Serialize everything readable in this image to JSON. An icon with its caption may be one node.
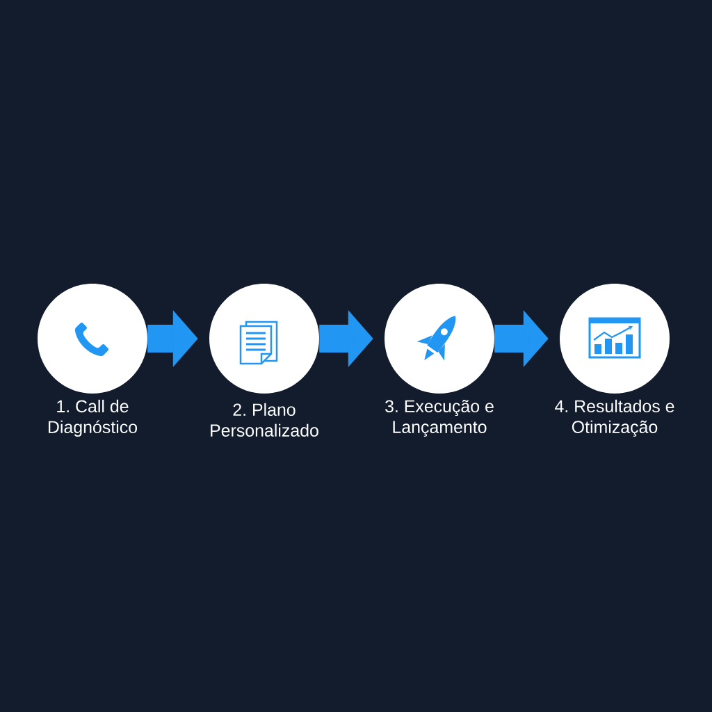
{
  "diagram": {
    "nodes": [
      {
        "text": [
          "1. Call de Diagnóstico"
        ]
      },
      {
        "text": [
          "2. Plano Personalizado"
        ]
      },
      {
        "text": [
          "3. Execução e Lançamento"
        ]
      },
      {
        "text": [
          "4. Resultados e Otimização"
        ]
      }
    ],
    "edges": [
      {
        "from": 0,
        "to": 1,
        "arrow": "to"
      },
      {
        "from": 1,
        "to": 2,
        "arrow": "to"
      },
      {
        "from": 2,
        "to": 3,
        "arrow": "to"
      }
    ]
  }
}
